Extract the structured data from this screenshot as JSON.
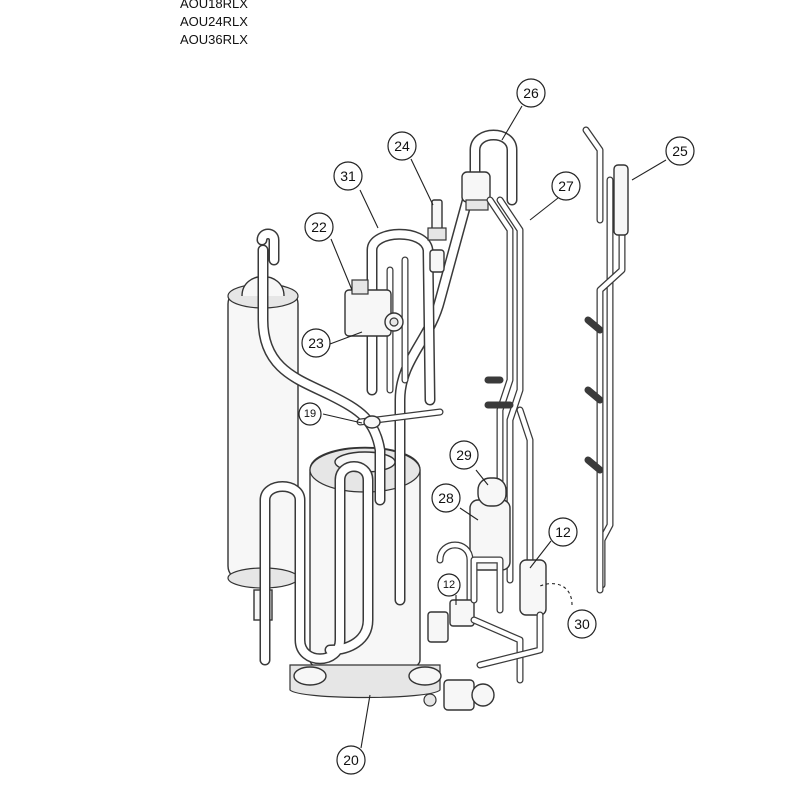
{
  "models": [
    "AOU18RLX",
    "AOU24RLX",
    "AOU36RLX"
  ],
  "callouts": {
    "c26": "26",
    "c24": "24",
    "c25": "25",
    "c31": "31",
    "c27": "27",
    "c22": "22",
    "c23": "23",
    "c19": "19",
    "c29": "29",
    "c28": "28",
    "c12a": "12",
    "c12b": "12",
    "c30": "30",
    "c20": "20"
  }
}
